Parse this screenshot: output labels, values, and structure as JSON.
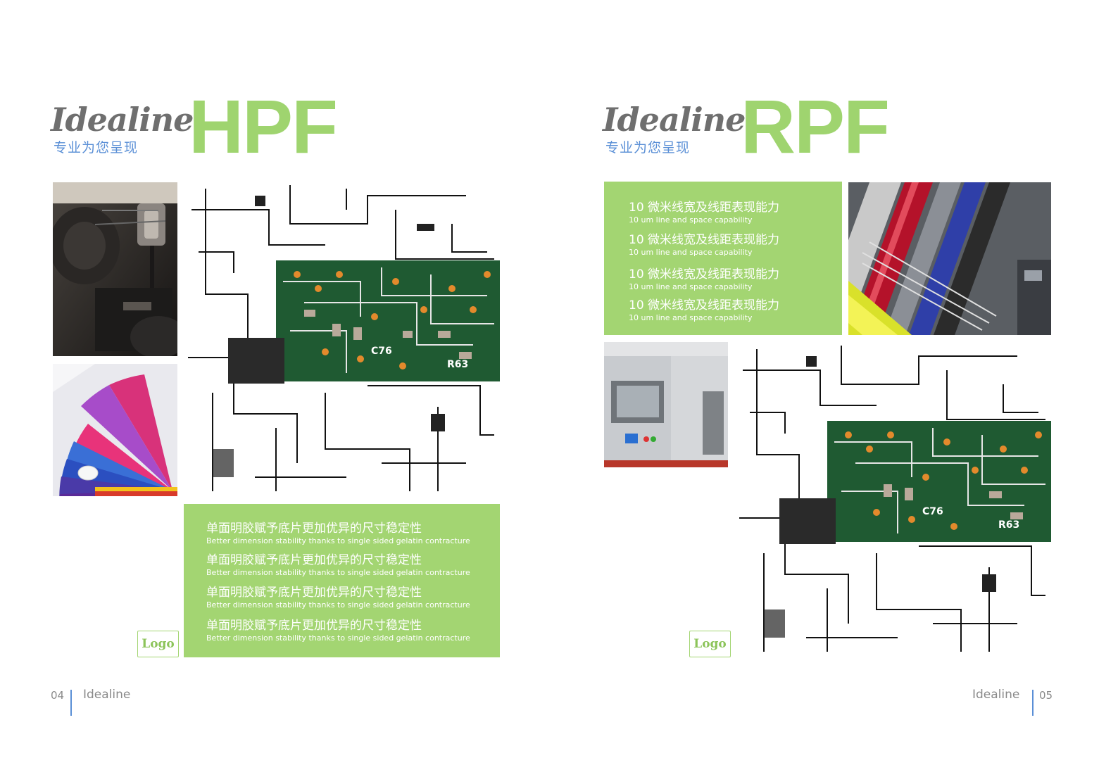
{
  "left_page": {
    "brand": "Idealine",
    "tagline": "专业为您呈现",
    "product": "HPF",
    "features": [
      {
        "zh": "单面明胶赋予底片更加优异的尺寸稳定性",
        "en": "Better dimension stability thanks to single sided gelatin contracture"
      },
      {
        "zh": "单面明胶赋予底片更加优异的尺寸稳定性",
        "en": "Better dimension stability thanks to single sided gelatin contracture"
      },
      {
        "zh": "单面明胶赋予底片更加优异的尺寸稳定性",
        "en": "Better dimension stability thanks to single sided gelatin contracture"
      },
      {
        "zh": "单面明胶赋予底片更加优异的尺寸稳定性",
        "en": "Better dimension stability thanks to single sided gelatin contracture"
      }
    ],
    "logo": "Logo",
    "page_number": "04",
    "footer_name": "Idealine"
  },
  "right_page": {
    "brand": "Idealine",
    "tagline": "专业为您呈现",
    "product": "RPF",
    "features": [
      {
        "zh": "10 微米线宽及线距表现能力",
        "en": "10 um line and space capability"
      },
      {
        "zh": "10 微米线宽及线距表现能力",
        "en": "10 um line and space capability"
      },
      {
        "zh": "10 微米线宽及线距表现能力",
        "en": "10 um line and space capability"
      },
      {
        "zh": "10 微米线宽及线距表现能力",
        "en": "10 um line and space capability"
      }
    ],
    "logo": "Logo",
    "page_number": "05",
    "footer_name": "Idealine"
  },
  "pcb_labels": [
    "C76",
    "R63"
  ],
  "colors": {
    "accent_green": "#a3d572",
    "heading_green": "#9fd46f",
    "tagline_blue": "#5a8fd6",
    "brand_gray": "#6f6f6f"
  },
  "images": {
    "machine": "printing-machine-photo",
    "swatches": "color-swatch-fan-photo",
    "circuit": "circuit-board-schematic-image",
    "rollers": "ink-rollers-photo",
    "equipment": "processing-equipment-photo"
  }
}
